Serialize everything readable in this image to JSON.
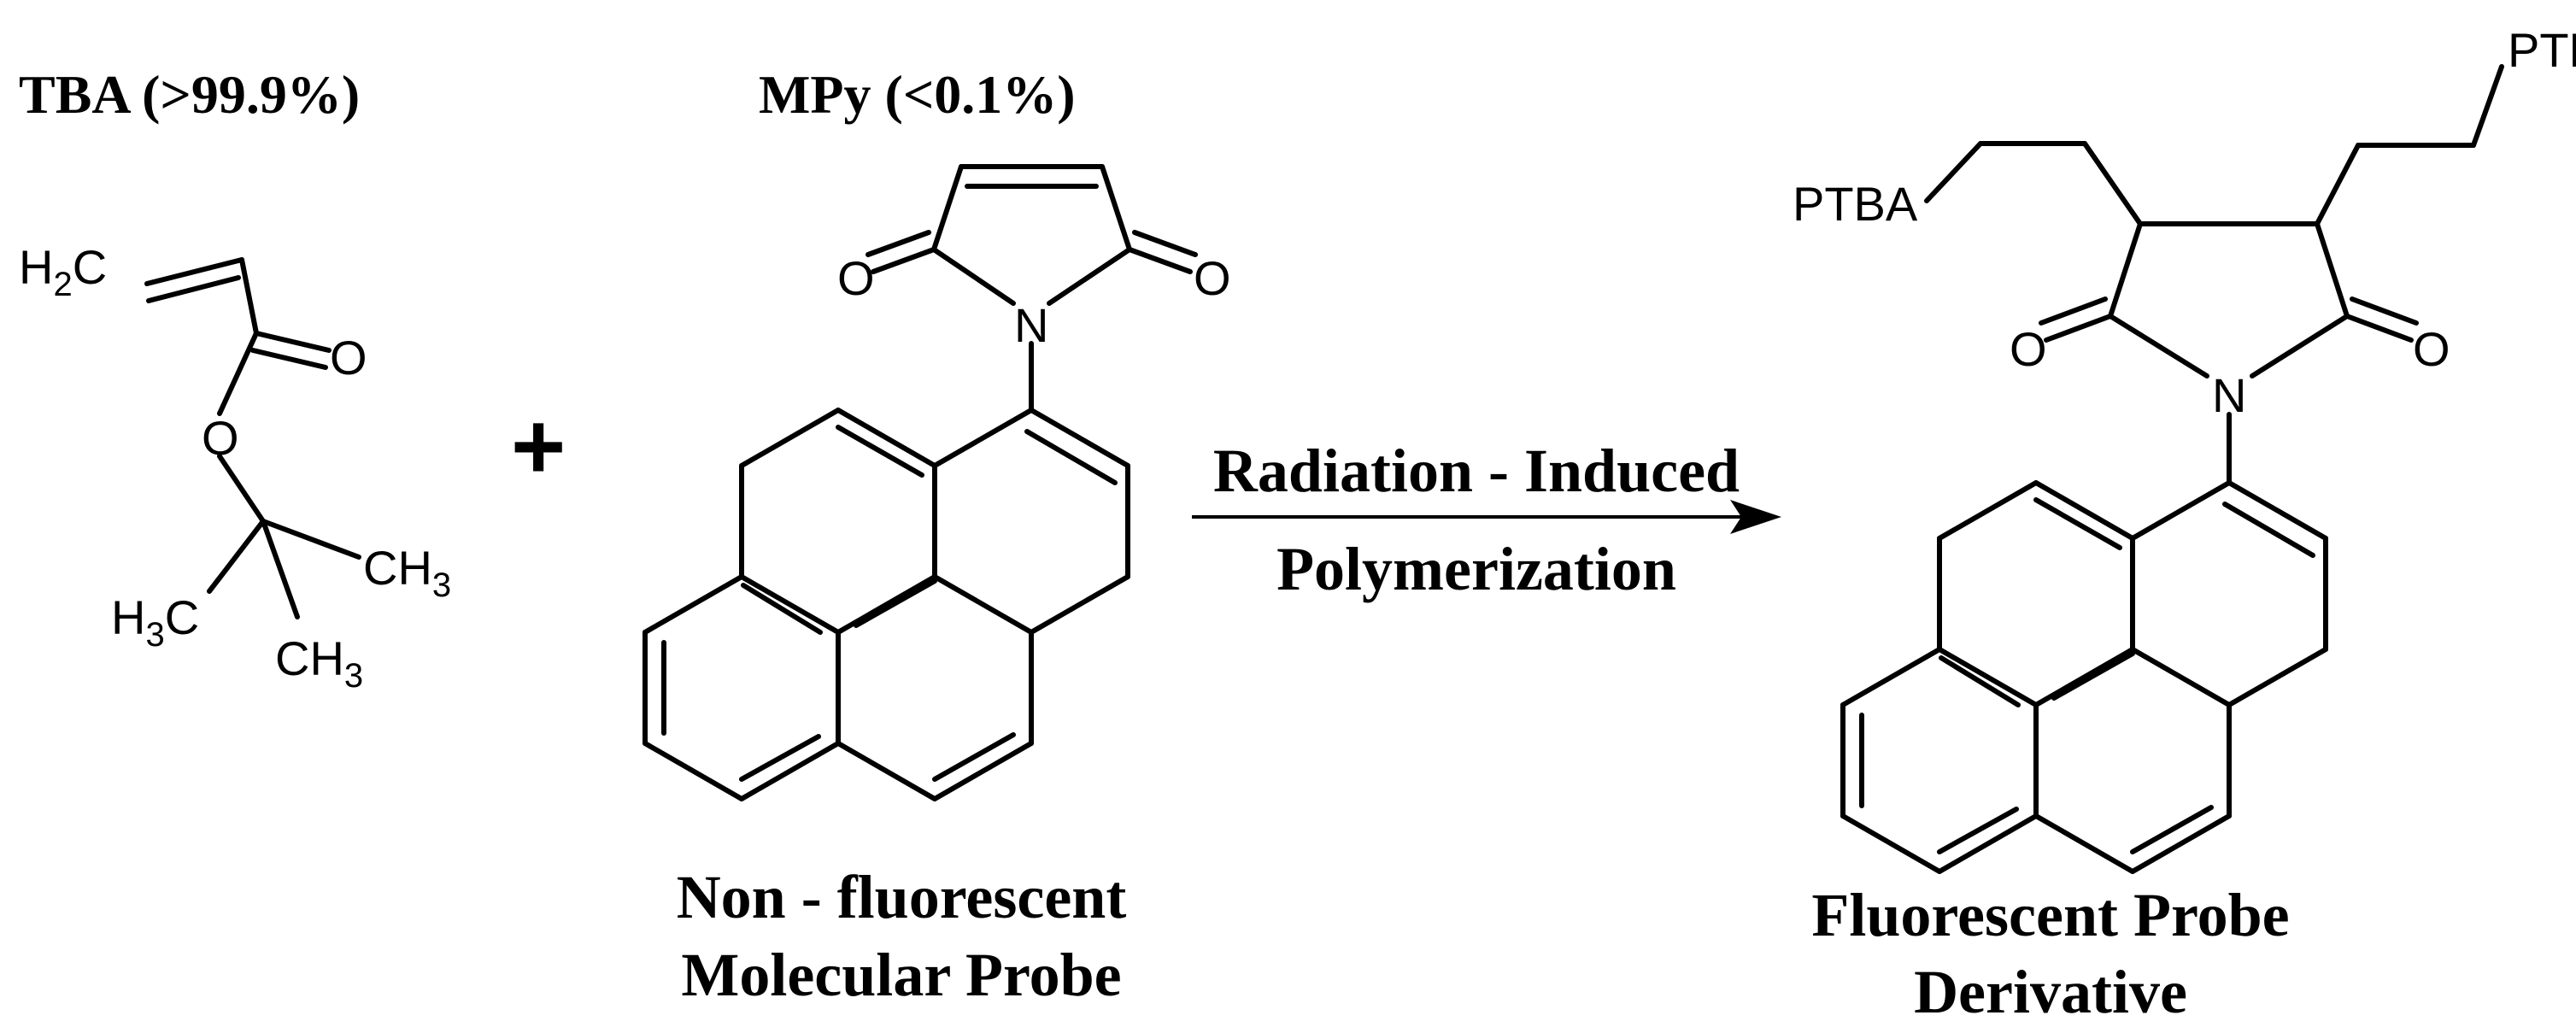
{
  "reactant1": {
    "heading": "TBA (>99.9%)",
    "atoms": {
      "h2c_main": "H",
      "h2c_sub": "2",
      "h2c_end": "C",
      "o_carbonyl": "O",
      "o_ester": "O",
      "ch3_a_main": "CH",
      "ch3_a_sub": "3",
      "h3c_main": "H",
      "h3c_sub": "3",
      "h3c_end": "C",
      "ch3_b_main": "CH",
      "ch3_b_sub": "3"
    }
  },
  "plus_sign": "+",
  "reactant2": {
    "heading": "MPy (<0.1%)",
    "atoms": {
      "o_left": "O",
      "o_right": "O",
      "n": "N"
    },
    "caption_line1": "Non - fluorescent",
    "caption_line2": "Molecular Probe"
  },
  "arrow": {
    "label_top": "Radiation - Induced",
    "label_bottom": "Polymerization"
  },
  "product": {
    "atoms": {
      "ptba_left": "PTBA",
      "ptba_right": "PTBA",
      "o_left": "O",
      "o_right": "O",
      "n": "N"
    },
    "caption_line1": "Fluorescent Probe",
    "caption_line2": "Derivative"
  }
}
